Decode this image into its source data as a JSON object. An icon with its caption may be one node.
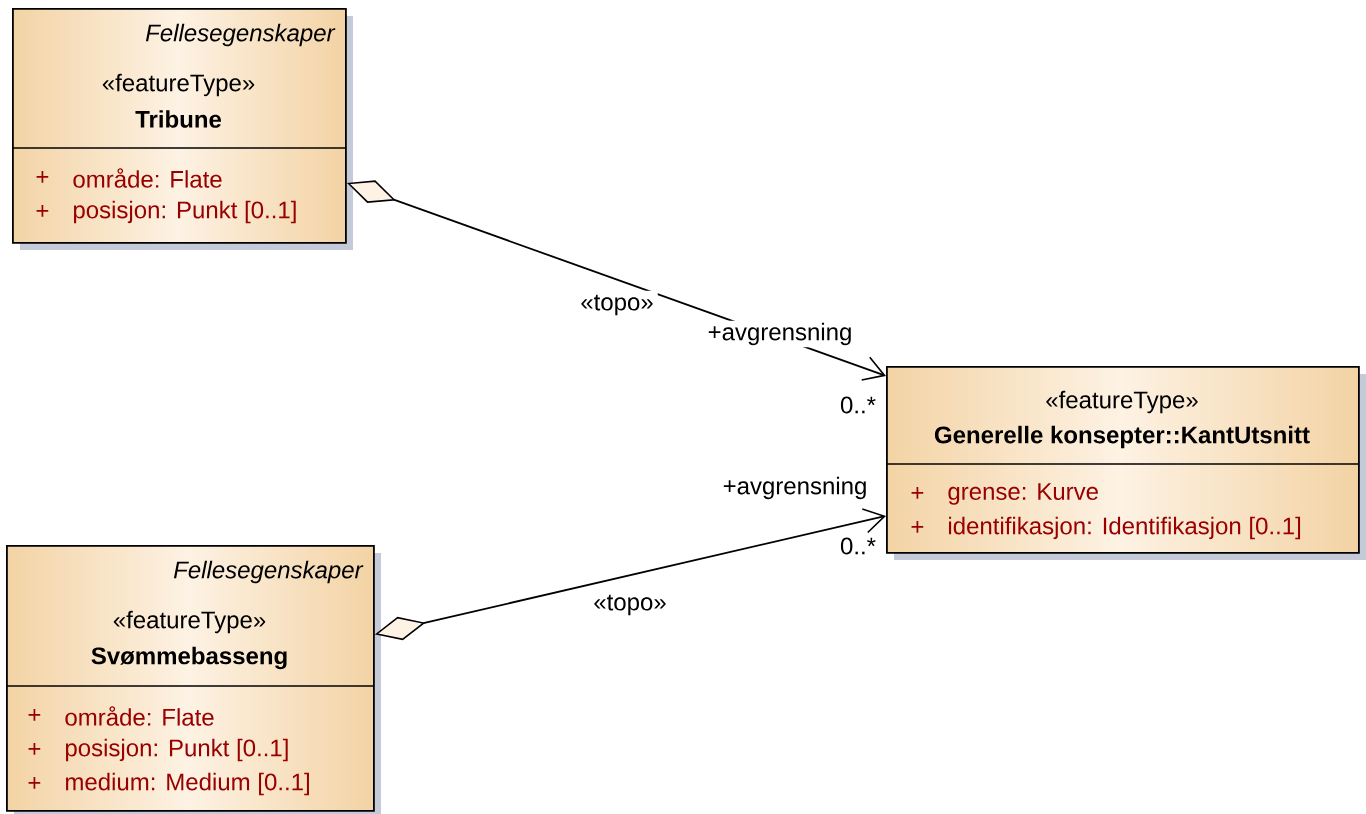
{
  "diagram": {
    "nodes": [
      {
        "text": [
          "Fellesegenskaper",
          "«featureType»",
          "Tribune",
          "+",
          "område: Flate",
          "+",
          "posisjon: Punkt [0..1]"
        ]
      },
      {
        "text": [
          "Fellesegenskaper",
          "«featureType»",
          "Svømmebasseng",
          "+",
          "område: Flate",
          "+",
          "posisjon: Punkt [0..1]",
          "+",
          "medium: Medium [0..1]"
        ]
      },
      {
        "text": [
          "«featureType»",
          "Generelle konsepter::KantUtsnitt",
          "+",
          "grense: Kurve",
          "+",
          "identifikasjon: Identifikasjon [0..1]"
        ]
      }
    ],
    "edges": [
      {
        "from": 0,
        "to": 2,
        "arrow": "to",
        "label": "«topo»"
      },
      {
        "from": 1,
        "to": 2,
        "arrow": "to",
        "label": "«topo»"
      }
    ],
    "labels": [
      "+avgrensning",
      "0..*",
      "+avgrensning",
      "0..*"
    ]
  }
}
